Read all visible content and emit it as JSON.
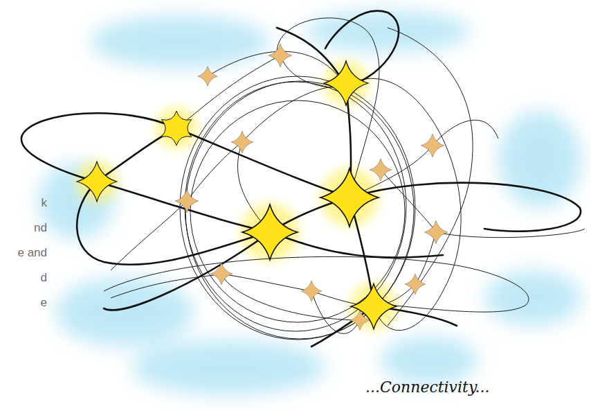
{
  "diagram": {
    "labels": [
      "k",
      "nd",
      "e and",
      "d",
      "e",
      "...Connectivity..."
    ]
  }
}
